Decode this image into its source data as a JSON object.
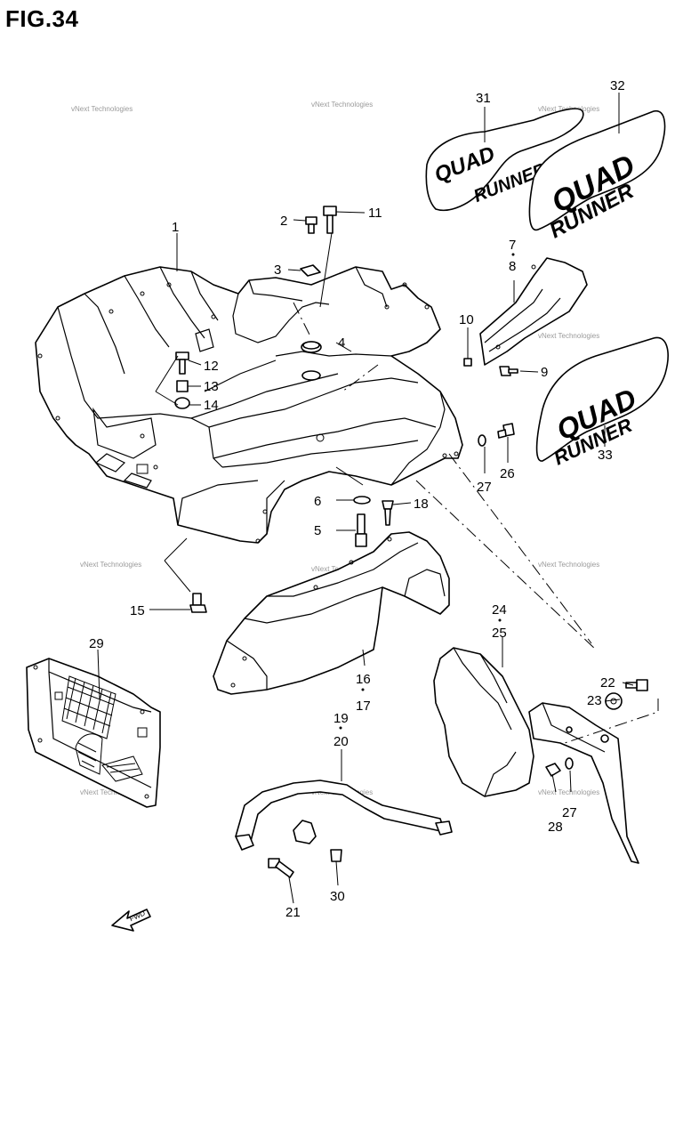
{
  "figure": {
    "title": "FIG.34"
  },
  "watermark": "vNext Technologies",
  "decal_text": {
    "line1": "QUAD",
    "line2": "RUNNER"
  },
  "fwd_label": "FWD",
  "callouts": {
    "c1": "1",
    "c2": "2",
    "c3": "3",
    "c4": "4",
    "c5": "5",
    "c6": "6",
    "c7": "7",
    "c8": "8",
    "c9": "9",
    "c10": "10",
    "c11": "11",
    "c12": "12",
    "c13": "13",
    "c14": "14",
    "c15": "15",
    "c16": "16",
    "c17": "17",
    "c18": "18",
    "c19": "19",
    "c20": "20",
    "c21": "21",
    "c22": "22",
    "c23": "23",
    "c24": "24",
    "c25": "25",
    "c26": "26",
    "c27": "27",
    "c27b": "27",
    "c28": "28",
    "c29": "29",
    "c30": "30",
    "c31": "31",
    "c32": "32",
    "c33": "33"
  }
}
